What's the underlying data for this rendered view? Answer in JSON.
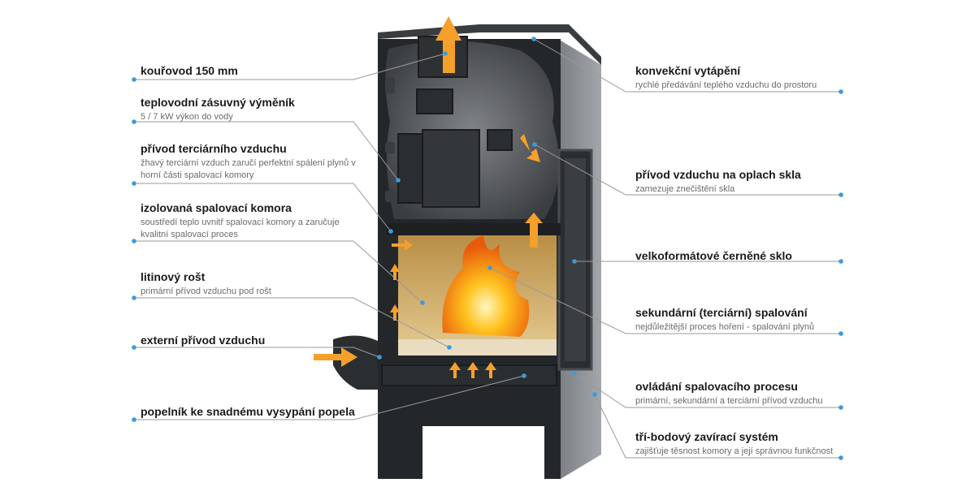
{
  "labels_left": [
    {
      "title": "kouřovod 150 mm",
      "desc": ""
    },
    {
      "title": "teplovodní zásuvný výměník",
      "desc": "5 / 7 kW výkon do vody"
    },
    {
      "title": "přívod terciárního vzduchu",
      "desc": "žhavý terciární vzduch zaručí perfektní spálení plynů v horní části spalovací komory"
    },
    {
      "title": "izolovaná spalovací komora",
      "desc": "soustředí teplo uvnitř spalovací komory a zaručuje kvalitní spalovací proces"
    },
    {
      "title": "litinový rošt",
      "desc": "primární přívod vzduchu pod rošt"
    },
    {
      "title": "externí přívod vzduchu",
      "desc": ""
    },
    {
      "title": "popelník ke snadnému vysypání popela",
      "desc": ""
    }
  ],
  "labels_right": [
    {
      "title": "konvekční vytápění",
      "desc": "rychlé předávání teplého vzduchu do prostoru"
    },
    {
      "title": "přívod vzduchu na oplach skla",
      "desc": "zamezuje znečištění skla"
    },
    {
      "title": "velkoformátové černěné sklo",
      "desc": ""
    },
    {
      "title": "sekundární (terciární) spalování",
      "desc": "nejdůležitější proces hoření - spalování plynů"
    },
    {
      "title": "ovládání spalovacího procesu",
      "desc": "primární, sekundární a terciární přívod vzduchu"
    },
    {
      "title": "tří-bodový zavírací systém",
      "desc": "zajišťuje těsnost komory a její správnou funkčnost"
    }
  ],
  "colors": {
    "steel_dark": "#2b2e31",
    "steel_mid": "#55595d",
    "side_panel": "#8e9296",
    "fire": "#f7a21b",
    "arrow": "#f49a2a",
    "line": "#9a9a9a",
    "dot": "#3d9ad9",
    "chamber": "#c9a35c"
  }
}
